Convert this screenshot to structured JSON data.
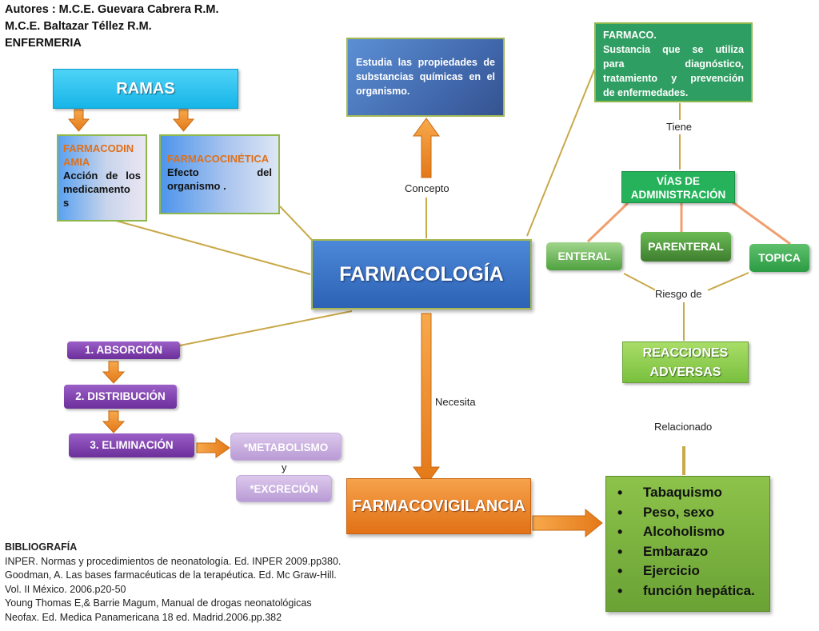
{
  "authors": [
    "Autores :  M.C.E. Guevara Cabrera R.M.",
    "M.C.E. Baltazar Téllez R.M.",
    "ENFERMERIA"
  ],
  "nodes": {
    "ramas": "RAMAS",
    "farmacodinamia_title": [
      "FARMACODIN",
      "AMIA"
    ],
    "farmacodinamia_text": [
      "Acción de los",
      "medicamento",
      "s"
    ],
    "farmacocinetica_title": "FARMACOCINÉTICA",
    "farmacocinetica_text": [
      "Efecto del",
      "organismo ."
    ],
    "concepto_text": [
      "Estudia las propiedades de",
      "substancias químicas en el",
      "organismo."
    ],
    "farmaco_title": "FARMACO.",
    "farmaco_text": [
      "Sustancia que se utiliza",
      "para diagnóstico,",
      "tratamiento y prevención",
      "de enfermedades."
    ],
    "farmacologia": "FARMACOLOGÍA",
    "vias": [
      "VÍAS DE",
      "ADMINISTRACIÓN"
    ],
    "enteral": "ENTERAL",
    "parenteral": "PARENTERAL",
    "topica": "TOPICA",
    "reacciones": [
      "REACCIONES",
      "ADVERSAS"
    ],
    "absorcion": "1. ABSORCIÓN",
    "distribucion": "2. DISTRIBUCIÓN",
    "eliminacion": "3. ELIMINACIÓN",
    "metabolismo": "*METABOLISMO",
    "y": "y",
    "excrecion": "*EXCRECIÓN",
    "farmacovigilancia": "FARMACOVIGILANCIA",
    "risk_factors": [
      "Tabaquismo",
      "Peso, sexo",
      "Alcoholismo",
      "Embarazo",
      "Ejercicio",
      "función hepática."
    ]
  },
  "labels": {
    "concepto": "Concepto",
    "tiene": "Tiene",
    "riesgo": "Riesgo de",
    "necesita": "Necesita",
    "relacionado": "Relacionado"
  },
  "bibliography": {
    "title": "BIBLIOGRAFÍA",
    "lines": [
      "INPER. Normas y procedimientos de neonatología. Ed. INPER 2009.pp380.",
      "Goodman, A. Las bases farmacéuticas de la terapéutica. Ed. Mc Graw-Hill.",
      "Vol. II México. 2006.p20-50",
      "Young Thomas E,& Barrie  Magum, Manual de drogas neonatológicas",
      "Neofax. Ed. Medica Panamericana 18 ed. Madrid.2006.pp.382"
    ]
  },
  "colors": {
    "connector": "#c9a94a",
    "arrow_orange": "#f0932f",
    "vias_link": "#f0a070"
  }
}
